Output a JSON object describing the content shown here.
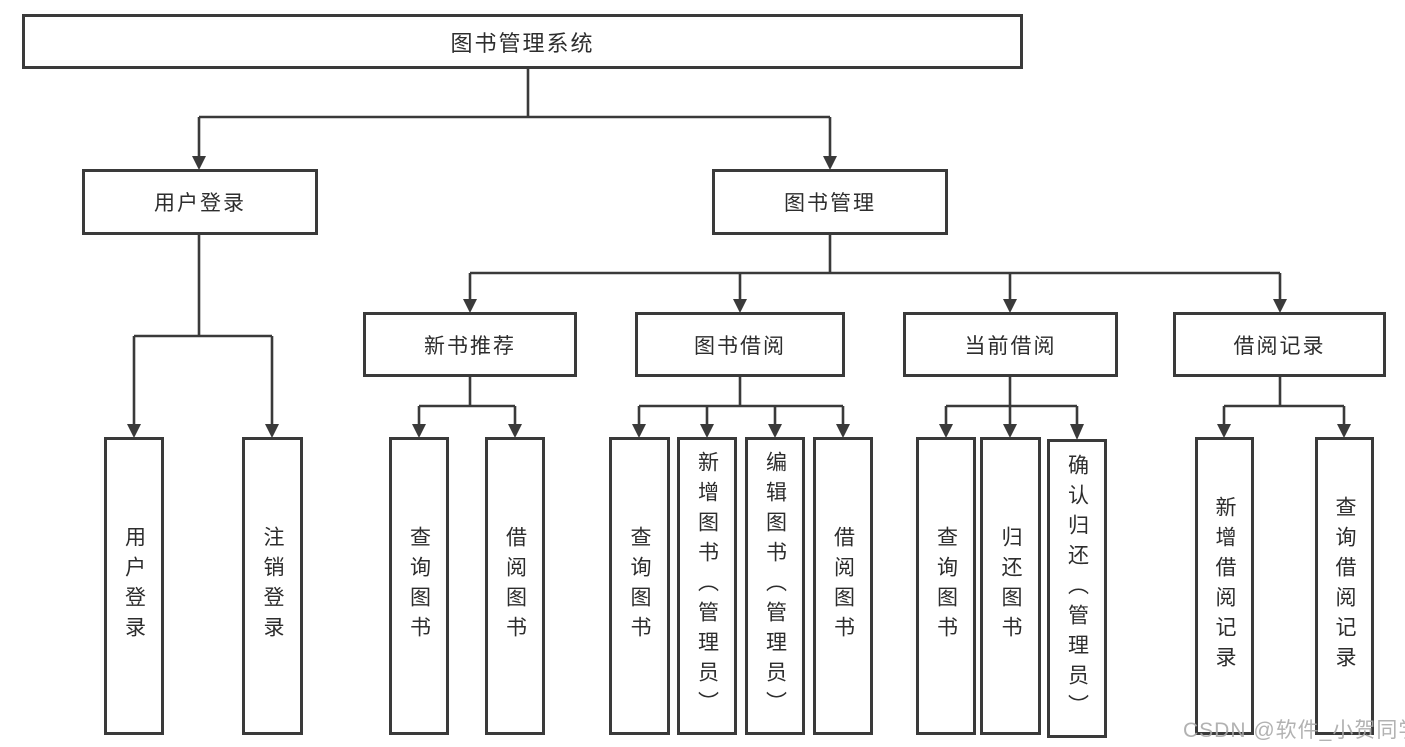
{
  "tree": {
    "label": "图书管理系统",
    "children": [
      {
        "label": "用户登录",
        "children": [
          {
            "label": "用户登录"
          },
          {
            "label": "注销登录"
          }
        ]
      },
      {
        "label": "图书管理",
        "children": [
          {
            "label": "新书推荐",
            "children": [
              {
                "label": "查询图书"
              },
              {
                "label": "借阅图书"
              }
            ]
          },
          {
            "label": "图书借阅",
            "children": [
              {
                "label": "查询图书"
              },
              {
                "label": "新增图书（管理员）"
              },
              {
                "label": "编辑图书（管理员）"
              },
              {
                "label": "借阅图书"
              }
            ]
          },
          {
            "label": "当前借阅",
            "children": [
              {
                "label": "查询图书"
              },
              {
                "label": "归还图书"
              },
              {
                "label": "确认归还（管理员）"
              }
            ]
          },
          {
            "label": "借阅记录",
            "children": [
              {
                "label": "新增借阅记录"
              },
              {
                "label": "查询借阅记录"
              }
            ]
          }
        ]
      }
    ]
  },
  "watermark": {
    "text": "CSDN @软件_小贺同学"
  },
  "colors": {
    "line": "#3a3a3a",
    "text": "#2d2d2d",
    "background": "#ffffff",
    "watermark": "#aaaaaa"
  }
}
